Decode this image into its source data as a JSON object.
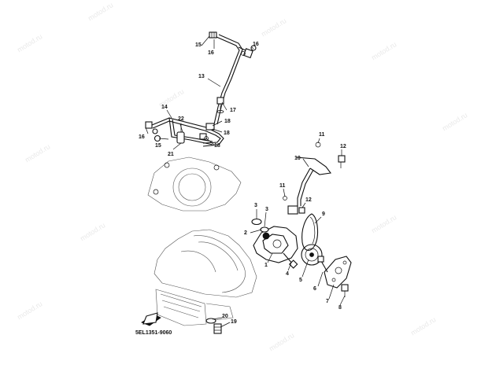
{
  "diagram": {
    "drawing_code": "5EL1351-9060",
    "watermark_text": "motod.ru",
    "callouts": [
      {
        "id": "c15a",
        "text": "15"
      },
      {
        "id": "c16a",
        "text": "16"
      },
      {
        "id": "c16b",
        "text": "16"
      },
      {
        "id": "c13",
        "text": "13"
      },
      {
        "id": "c17",
        "text": "17"
      },
      {
        "id": "c14",
        "text": "14"
      },
      {
        "id": "c22",
        "text": "22"
      },
      {
        "id": "c18a",
        "text": "18"
      },
      {
        "id": "c18b",
        "text": "18"
      },
      {
        "id": "c18c",
        "text": "18"
      },
      {
        "id": "c16c",
        "text": "16"
      },
      {
        "id": "c15b",
        "text": "15"
      },
      {
        "id": "c21",
        "text": "21"
      },
      {
        "id": "c11a",
        "text": "11"
      },
      {
        "id": "c12a",
        "text": "12"
      },
      {
        "id": "c10",
        "text": "10"
      },
      {
        "id": "c11b",
        "text": "11"
      },
      {
        "id": "c12b",
        "text": "12"
      },
      {
        "id": "c3a",
        "text": "3"
      },
      {
        "id": "c3b",
        "text": "3"
      },
      {
        "id": "c9",
        "text": "9"
      },
      {
        "id": "c2",
        "text": "2"
      },
      {
        "id": "c1",
        "text": "1"
      },
      {
        "id": "c4",
        "text": "4"
      },
      {
        "id": "c5",
        "text": "5"
      },
      {
        "id": "c6",
        "text": "6"
      },
      {
        "id": "c7",
        "text": "7"
      },
      {
        "id": "c8",
        "text": "8"
      },
      {
        "id": "c20",
        "text": "20"
      },
      {
        "id": "c19",
        "text": "19"
      }
    ]
  }
}
